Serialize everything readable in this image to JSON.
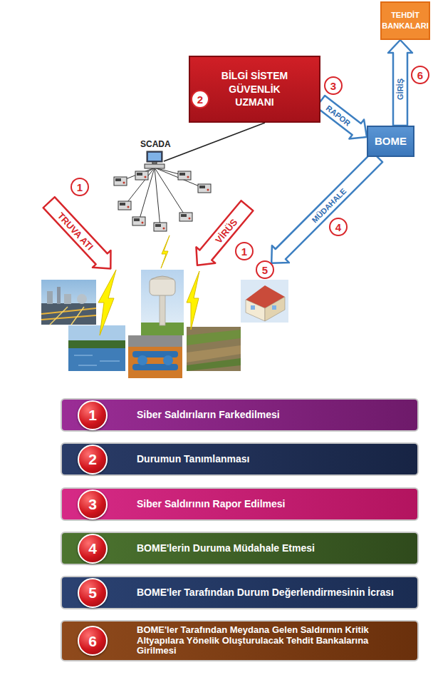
{
  "diagram": {
    "nodes": [
      {
        "text": [
          "BİLGİ SİSTEM GÜVENLİK UZMANI"
        ]
      },
      {
        "text": [
          "2"
        ],
        "in": 0
      },
      {
        "text": [
          "TEHDİT BANKALARI"
        ]
      },
      {
        "text": [
          "3"
        ]
      },
      {
        "text": [
          "BOME"
        ]
      },
      {
        "text": [
          "6"
        ]
      },
      {
        "text": [
          "TRUVA ATI"
        ]
      },
      {
        "text": [
          "1"
        ]
      },
      {
        "text": [
          "VİRÜS"
        ]
      },
      {
        "text": [
          "1"
        ]
      },
      {
        "text": [
          "4"
        ]
      },
      {
        "text": [
          "5"
        ]
      },
      {
        "text": [
          "Siber Saldırıların Farkedilmesi"
        ]
      },
      {
        "text": [
          "1"
        ],
        "in": 12
      },
      {
        "text": [
          "Durumun Tanımlanması"
        ]
      },
      {
        "text": [
          "2"
        ],
        "in": 14
      },
      {
        "text": [
          "Siber Saldırının Rapor Edilmesi"
        ]
      },
      {
        "text": [
          "3"
        ],
        "in": 16
      },
      {
        "text": [
          "BOME'lerin Duruma Müdahale Etmesi"
        ]
      },
      {
        "text": [
          "4"
        ],
        "in": 18
      },
      {
        "text": [
          "BOME'ler Tarafından Durum Değerlendirmesinin İcrası"
        ]
      },
      {
        "text": [
          "5"
        ],
        "in": 20
      },
      {
        "text": [
          "BOME'ler Tarafından Meydana Gelen Saldırının Kritik Altyapılara Yönelik Oluşturulacak Tehdit Bankalarına Girilmesi"
        ]
      },
      {
        "text": [
          "6"
        ],
        "in": 22
      }
    ],
    "edges": [
      {
        "from": 0,
        "to": 4,
        "arrow": "to",
        "label": "RAPOR"
      },
      {
        "from": 4,
        "to": 2,
        "arrow": "to",
        "label": "GİRİŞ"
      },
      {
        "from": 4,
        "to": 11,
        "arrow": "to",
        "label": "MÜDAHALE"
      }
    ],
    "labels": [
      "SCADA"
    ]
  }
}
